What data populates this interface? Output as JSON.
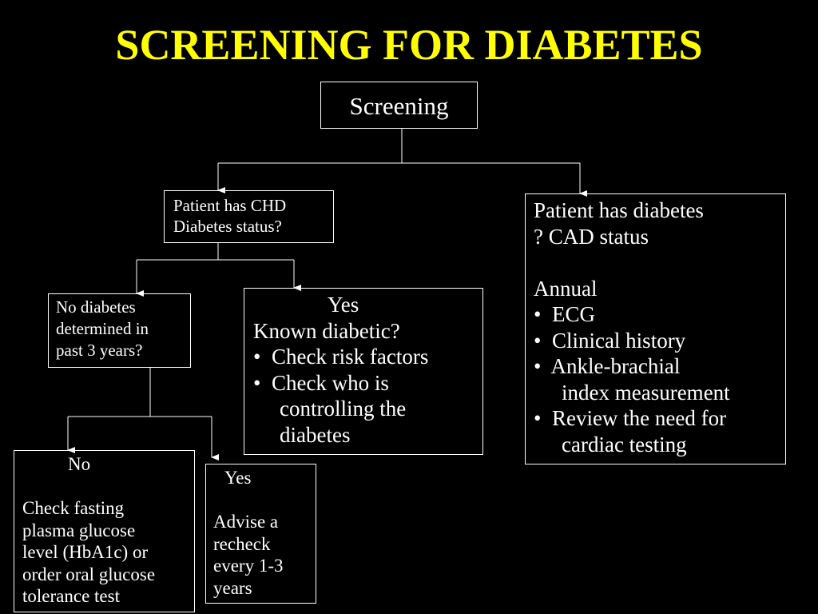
{
  "title": "SCREENING FOR DIABETES",
  "colors": {
    "background": "#000000",
    "title": "#ffff00",
    "text": "#ffffff",
    "lines": "#ffffff"
  },
  "nodes": {
    "screening": {
      "text": "Screening"
    },
    "chd": {
      "line1": "Patient has CHD",
      "line2": "Diabetes status?"
    },
    "diabetes": {
      "line1": "Patient has diabetes",
      "line2": "? CAD status",
      "line3": "Annual",
      "bullets": [
        "ECG",
        "Clinical history",
        "Ankle-brachial",
        "Review the need for"
      ],
      "cont_ankle": "index measurement",
      "cont_review": "cardiac testing"
    },
    "no_diabetes": {
      "line1": "No diabetes",
      "line2": "determined in",
      "line3": "past 3 years?"
    },
    "yes_known": {
      "header": "Yes",
      "line1": "Known diabetic?",
      "bullets": [
        "Check risk factors",
        "Check who is"
      ],
      "cont1": "controlling the",
      "cont2": "diabetes"
    },
    "no_branch": {
      "header": "No",
      "line1": "Check fasting",
      "line2": "plasma glucose",
      "line3": "level (HbA1c) or",
      "line4": "order oral glucose",
      "line5": "tolerance test"
    },
    "yes_branch": {
      "header": "Yes",
      "line1": "Advise a",
      "line2": "recheck",
      "line3": "every 1-3",
      "line4": "years"
    }
  }
}
